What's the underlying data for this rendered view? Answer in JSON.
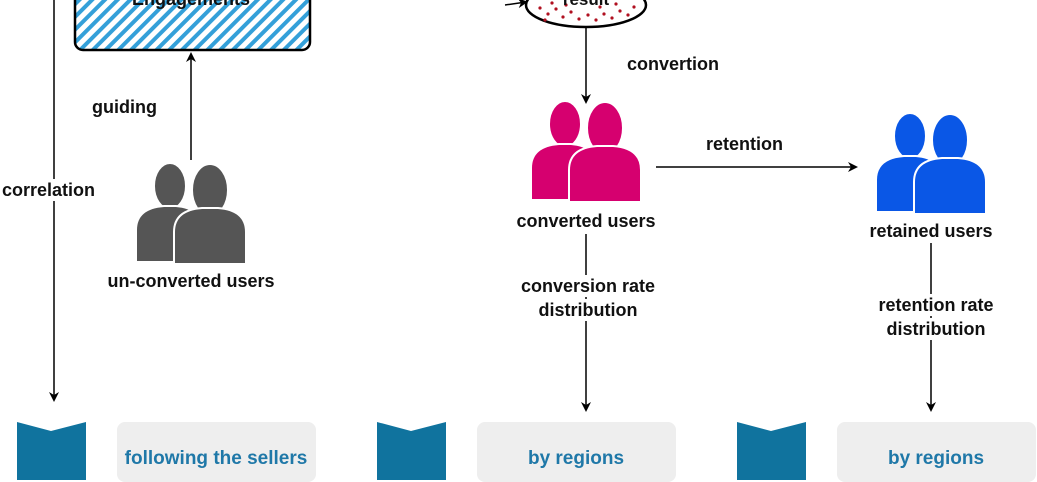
{
  "diagram": {
    "top_box_label": "Engagements",
    "cloud_label": "result",
    "edges": {
      "guiding": "guiding",
      "correlation": "correlation",
      "convertion": "convertion",
      "retention": "retention",
      "conversion_rate_line1": "conversion rate",
      "conversion_rate_line2": "distribution",
      "retention_rate_line1": "retention rate",
      "retention_rate_line2": "distribution"
    },
    "nodes": {
      "unconverted": "un-converted users",
      "converted": "converted users",
      "retained": "retained users"
    },
    "cards": [
      {
        "label": "following the sellers"
      },
      {
        "label": "by regions"
      },
      {
        "label": "by regions"
      }
    ],
    "colors": {
      "unconverted_users": "#555555",
      "converted_users": "#d6006f",
      "retained_users": "#0a57e6",
      "card_icon": "#10739e",
      "card_text": "#1f78a8",
      "card_bg": "#eeeeee",
      "hatch": "#34a0d9",
      "cloud_dots": "#b01020"
    },
    "icons": {
      "users": "users-group-icon",
      "card": "bookmark-icon"
    }
  }
}
